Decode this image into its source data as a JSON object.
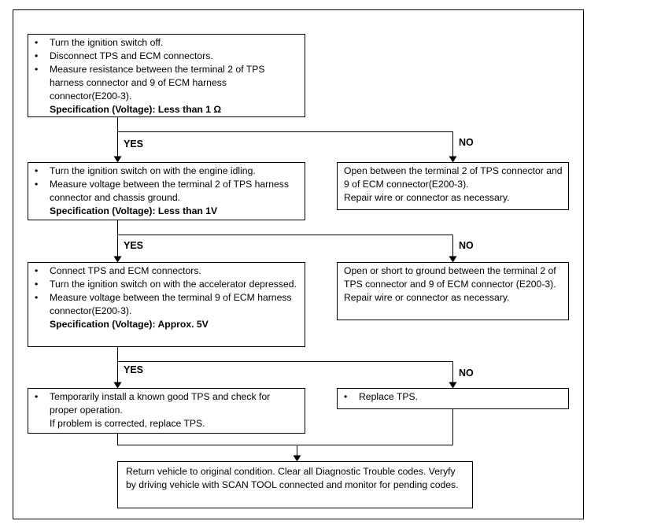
{
  "step1": {
    "items": [
      "Turn the ignition switch off.",
      "Disconnect TPS and ECM connectors.",
      "Measure resistance between the terminal 2 of TPS harness connector and 9 of ECM harness connector(E200-3)."
    ],
    "spec": "Specification  (Voltage): Less than 1 Ω"
  },
  "step2": {
    "items": [
      "Turn the ignition switch on with the engine idling.",
      "Measure voltage between the terminal 2 of TPS harness connector and chassis ground."
    ],
    "spec": "Specification  (Voltage): Less than 1V"
  },
  "step3": {
    "items": [
      "Connect TPS and ECM connectors.",
      "Turn the ignition switch on with the accelerator depressed.",
      "Measure voltage between the terminal 9 of ECM harness connector(E200-3)."
    ],
    "spec": "Specification (Voltage): Approx. 5V"
  },
  "step4": {
    "items": [
      "Temporarily install a known good TPS and check for proper operation."
    ],
    "note": "If problem is corrected, replace TPS."
  },
  "no1": {
    "text": "Open between the terminal 2 of TPS connector and 9 of ECM connector(E200-3).",
    "note": "Repair wire or connector as necessary."
  },
  "no2": {
    "text": "Open or short to ground between the terminal 2 of TPS connector and 9 of ECM connector (E200-3).",
    "note": "Repair wire or connector as necessary."
  },
  "no3": {
    "items": [
      "Replace TPS."
    ]
  },
  "final": {
    "text": "Return vehicle to original condition. Clear all Diagnostic Trouble codes. Veryfy by driving vehicle with SCAN TOOL connected and monitor for pending codes."
  },
  "labels": {
    "yes": "YES",
    "no": "NO"
  }
}
